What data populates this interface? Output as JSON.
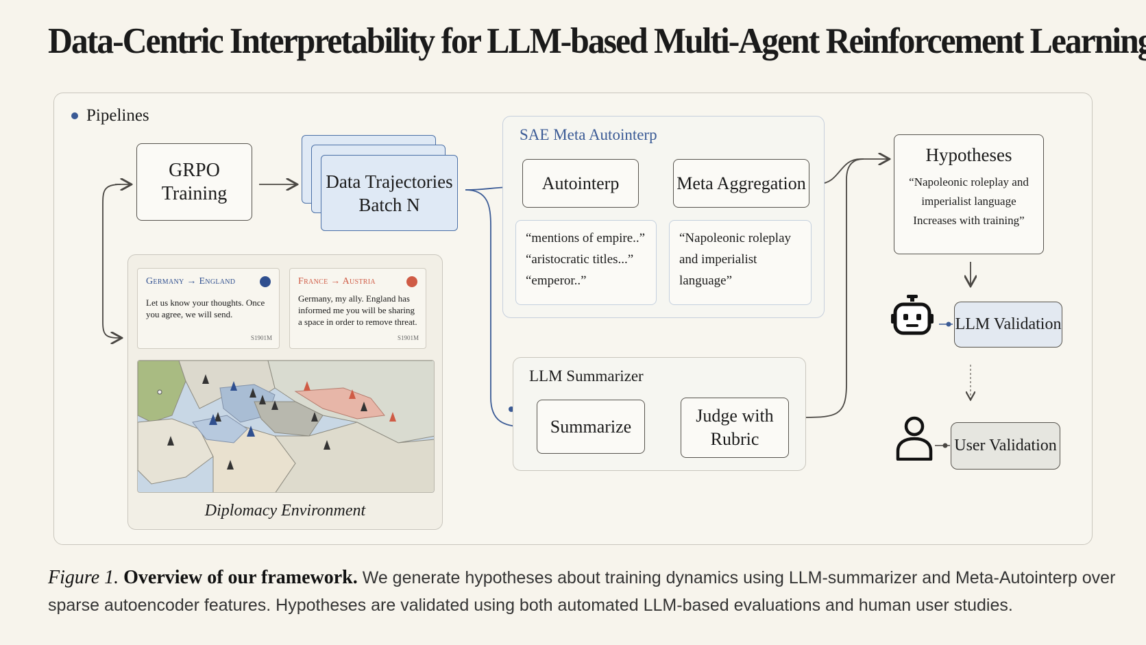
{
  "title": "Data-Centric Interpretability for LLM-based Multi-Agent Reinforcement Learning",
  "legend": {
    "label": "Pipelines"
  },
  "grpo": {
    "label_line1": "GRPO",
    "label_line2": "Training"
  },
  "batch": {
    "label_line1": "Data Trajectories",
    "label_line2": "Batch N"
  },
  "sae": {
    "title": "SAE Meta Autointerp",
    "autointerp": "Autointerp",
    "meta_aggregation": "Meta Aggregation",
    "features_quote": [
      "“mentions of empire..”",
      "“aristocratic titles...”",
      "“emperor..”"
    ],
    "aggregate_quote": [
      "“Napoleonic roleplay",
      "and imperialist",
      "language”"
    ]
  },
  "summarizer": {
    "title": "LLM Summarizer",
    "summarize": "Summarize",
    "judge_line1": "Judge with",
    "judge_line2": "Rubric"
  },
  "hypotheses": {
    "title": "Hypotheses",
    "quote": [
      "“Napoleonic roleplay and",
      "imperialist language",
      "Increases with training”"
    ]
  },
  "validation": {
    "llm": "LLM Validation",
    "user": "User Validation"
  },
  "environment": {
    "label": "Diplomacy Environment",
    "messages": [
      {
        "header": "Germany → England",
        "text": "Let us know your thoughts. Once you agree, we will send.",
        "stamp": "S1901M",
        "color": "#2f4f8f"
      },
      {
        "header": "France → Austria",
        "text": "Germany, my ally. England has informed me you will be sharing a space in order to remove threat.",
        "stamp": "S1901M",
        "color": "#cf5b45"
      }
    ]
  },
  "caption": {
    "figure": "Figure 1.",
    "heading": "Overview of our framework.",
    "body": "We generate hypotheses about training dynamics using LLM-summarizer and Meta-Autointerp over sparse autoencoder features. Hypotheses are validated using both automated LLM-based evaluations and human user studies."
  },
  "colors": {
    "accent_blue": "#3a5a95",
    "pipeline_blue": "#4a6fa6",
    "france_red": "#cf5b45"
  }
}
